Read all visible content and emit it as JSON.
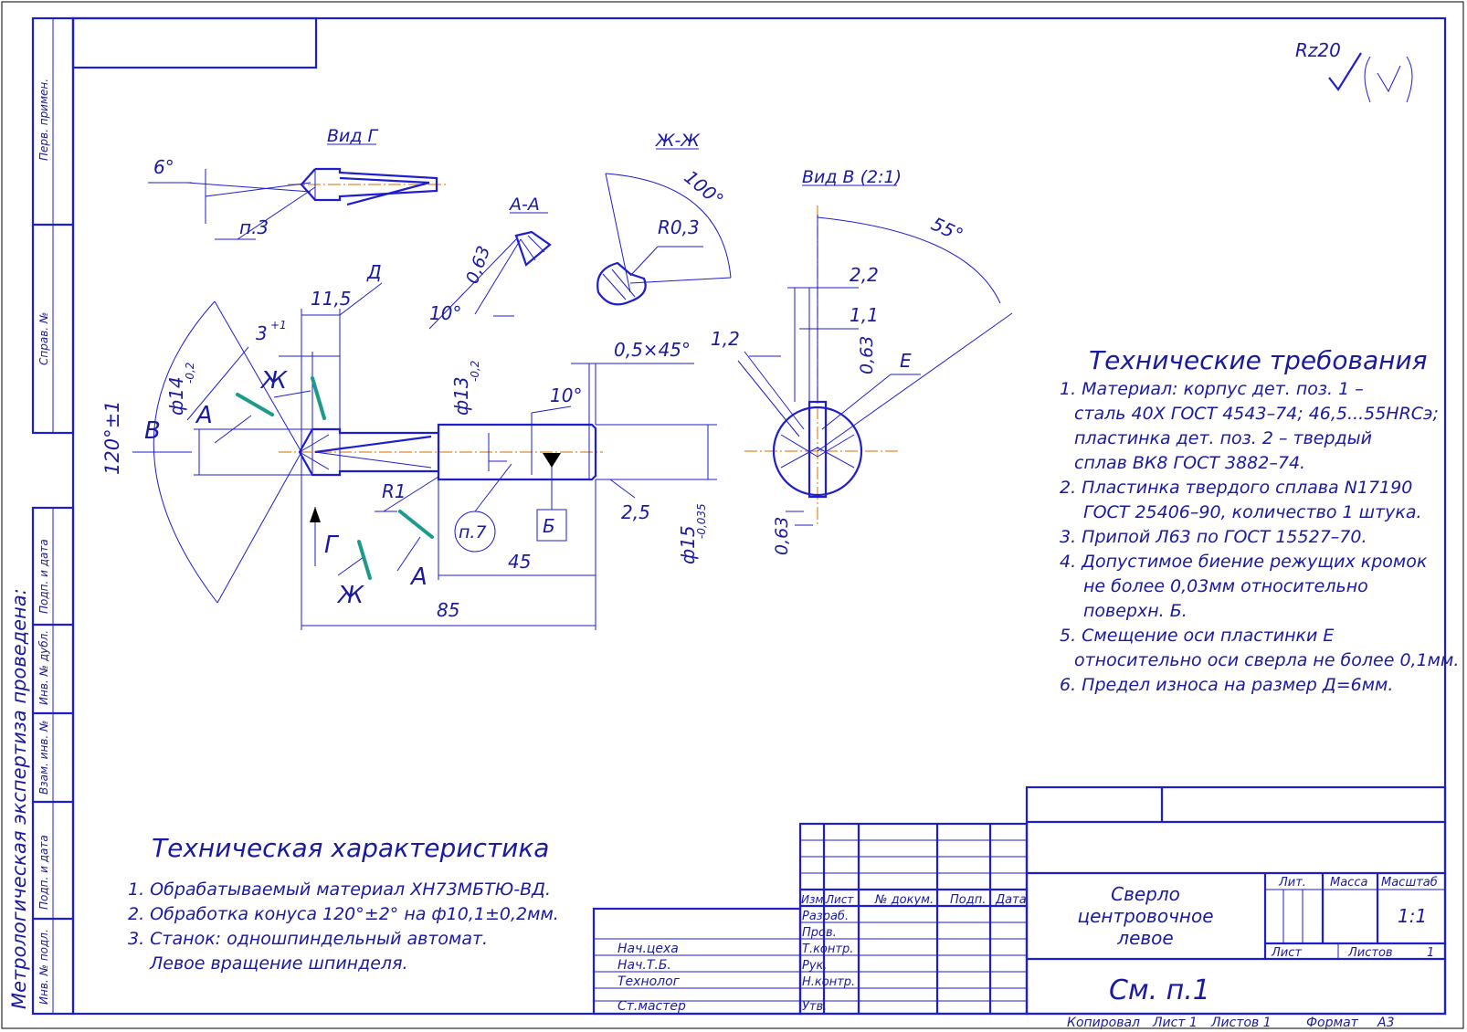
{
  "roughness": {
    "mark": "Rz20",
    "general": "(√)"
  },
  "views": {
    "vid_g": "Вид Г",
    "section_zh": "Ж-Ж",
    "section_a": "А-А",
    "vid_v": "Вид В (2:1)"
  },
  "dims": {
    "ang6": "6°",
    "p3": "п.3",
    "ang100": "100°",
    "r03": "R0,3",
    "d063a": "0,63",
    "ang10a": "10°",
    "d_D": "Д",
    "d115": "11,5",
    "d3": "3",
    "d3tol": "+1",
    "phi14": "ф14",
    "phi14tol": "-0,2",
    "phi13": "ф13",
    "phi13tol": "-0,2",
    "ang10b": "10°",
    "ch": "0,5×45°",
    "d12": "1,2",
    "d22": "2,2",
    "d11": "1,1",
    "d063b": "0,63",
    "e": "Е",
    "ang55": "55°",
    "ang120": "120°±1",
    "v": "В",
    "a1": "А",
    "zh1": "Ж",
    "r1": "R1",
    "p7": "п.7",
    "b": "Б",
    "d25": "2,5",
    "phi15": "ф15",
    "phi15tol": "-0,035",
    "d45": "45",
    "d85": "85",
    "g": "Г",
    "zh2": "Ж",
    "a2": "А",
    "d063c": "0,63"
  },
  "tech_req": {
    "title": "Технические требования",
    "lines": [
      "1. Материал:  корпус дет. поз. 1 –",
      "сталь 40Х ГОСТ 4543–74;  46,5...55HRCэ;",
      "пластинка дет. поз. 2 – твердый",
      "сплав ВК8 ГОСТ 3882–74.",
      "2. Пластинка твердого сплава N17190",
      "ГОСТ 25406–90, количество 1 штука.",
      "3. Припой Л63 по ГОСТ 15527–70.",
      "4. Допустимое биение режущих кромок",
      "не более 0,03мм относительно",
      "поверхн. Б.",
      "5. Смещение оси пластинки Е",
      "относительно оси сверла не более 0,1мм.",
      "6. Предел износа на размер Д=6мм."
    ]
  },
  "tech_char": {
    "title": "Техническая характеристика",
    "lines": [
      "1. Обрабатываемый материал ХН73МБТЮ-ВД.",
      "2. Обработка конуса 120°±2° на ф10,1±0,2мм.",
      "3. Станок: одношпиндельный автомат.",
      "Левое вращение шпинделя."
    ]
  },
  "margin": {
    "vertical_note": "Метрологическая экспертиза проведена:",
    "perv": "Перв. примен.",
    "sprav": "Справ. №",
    "podp1": "Подп. и дата",
    "inv_dubl": "Инв. № дубл.",
    "vzam": "Взам. инв. №",
    "podp2": "Подп. и дата",
    "inv_podl": "Инв. № подл."
  },
  "approval": [
    "Нач.цеха",
    "Нач.Т.Б.",
    "Технолог",
    "Ст.мастер"
  ],
  "title_block": {
    "col_izm": "Изм.",
    "col_list": "Лист",
    "col_doc": "№ докум.",
    "col_podp": "Подп.",
    "col_data": "Дата",
    "rows": [
      "Разраб.",
      "Пров.",
      "Т.контр.",
      "Рук.",
      "Н.контр.",
      "Утв."
    ],
    "name1": "Сверло",
    "name2": "центровочное",
    "name3": "левое",
    "material": "См. п.1",
    "lit": "Лит.",
    "massa": "Масса",
    "masshtab": "Масштаб",
    "scale": "1:1",
    "sheet": "Лист",
    "sheets": "Листов",
    "sheets_val": "1"
  },
  "footer": {
    "kopiroval": "Копировал",
    "list": "Лист 1",
    "listov": "Листов 1",
    "format": "Формат",
    "format_val": "А3"
  }
}
